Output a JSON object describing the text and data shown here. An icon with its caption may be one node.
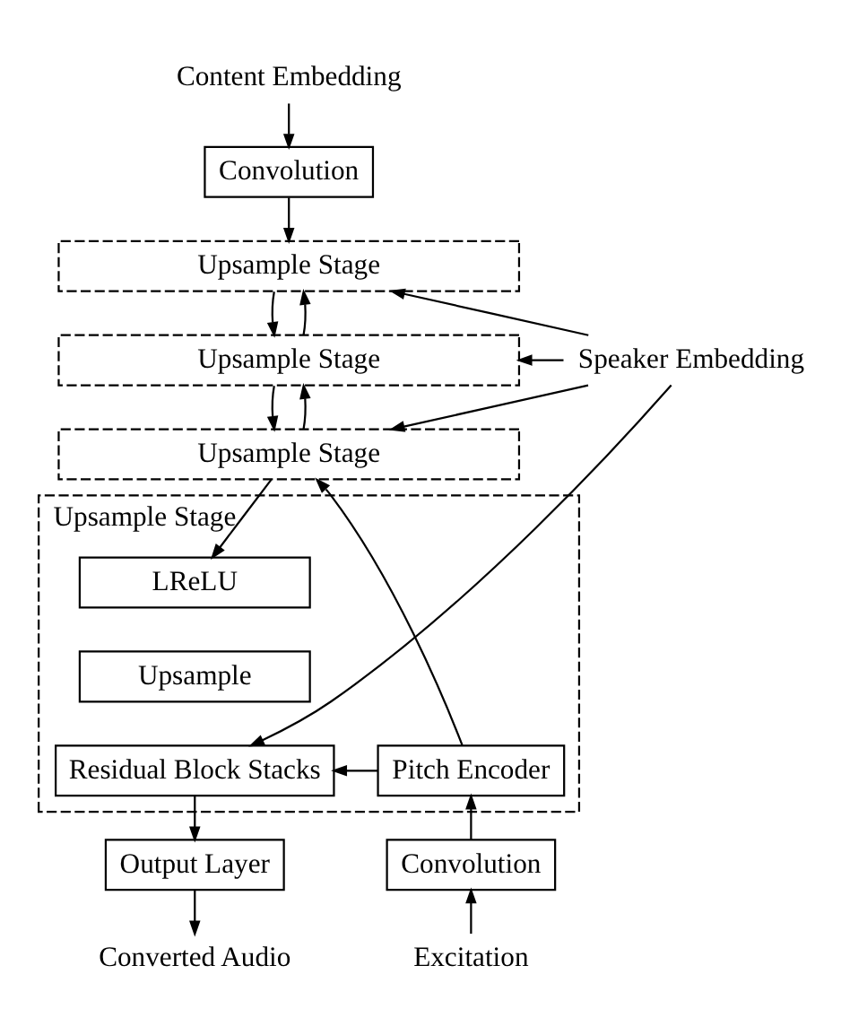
{
  "diagram": {
    "nodes": [
      {
        "text": [
          "Content Embedding"
        ]
      },
      {
        "text": [
          "Convolution"
        ]
      },
      {
        "text": [
          "Upsample Stage"
        ]
      },
      {
        "text": [
          "Upsample Stage"
        ]
      },
      {
        "text": [
          "Upsample Stage"
        ]
      },
      {
        "text": [
          "Upsample Stage"
        ]
      },
      {
        "text": [
          "LReLU"
        ],
        "in": 5
      },
      {
        "text": [
          "Upsample"
        ],
        "in": 5
      },
      {
        "text": [
          "Residual Block Stacks"
        ],
        "in": 5
      },
      {
        "text": [
          "Pitch Encoder"
        ],
        "in": 5
      },
      {
        "text": [
          "Output Layer"
        ]
      },
      {
        "text": [
          "Convolution"
        ]
      },
      {
        "text": [
          "Converted Audio"
        ]
      },
      {
        "text": [
          "Excitation"
        ]
      },
      {
        "text": [
          "Speaker Embedding"
        ]
      }
    ],
    "edges": [
      {
        "from": 0,
        "to": 1,
        "arrow": "to"
      },
      {
        "from": 1,
        "to": 2,
        "arrow": "to"
      },
      {
        "from": 2,
        "to": 3,
        "arrow": "to"
      },
      {
        "from": 3,
        "to": 4,
        "arrow": "to"
      },
      {
        "from": 4,
        "to": 6,
        "arrow": "to"
      },
      {
        "from": 9,
        "to": 4,
        "arrow": "to"
      },
      {
        "from": 4,
        "to": 3,
        "arrow": "to"
      },
      {
        "from": 3,
        "to": 2,
        "arrow": "to"
      },
      {
        "from": 14,
        "to": 2,
        "arrow": "to"
      },
      {
        "from": 14,
        "to": 3,
        "arrow": "to"
      },
      {
        "from": 14,
        "to": 4,
        "arrow": "to"
      },
      {
        "from": 14,
        "to": 8,
        "arrow": "to"
      },
      {
        "from": 9,
        "to": 8,
        "arrow": "to"
      },
      {
        "from": 8,
        "to": 10,
        "arrow": "to"
      },
      {
        "from": 10,
        "to": 12,
        "arrow": "to"
      },
      {
        "from": 13,
        "to": 11,
        "arrow": "to"
      },
      {
        "from": 11,
        "to": 9,
        "arrow": "to"
      }
    ]
  }
}
